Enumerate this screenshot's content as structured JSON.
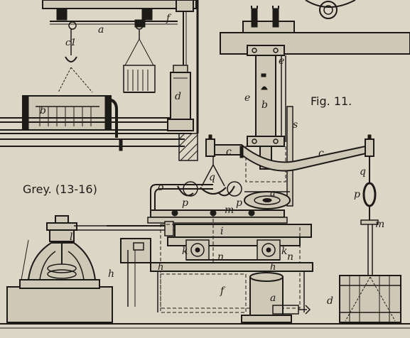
{
  "figure": {
    "fig_caption": "Fig. 11.",
    "grey_caption": "Grey. (13-16)"
  },
  "labels": {
    "a_top": "a",
    "c1": "c1",
    "f_top": "f",
    "d_left": "d",
    "b_left": "b",
    "e_mid": "e",
    "e_right": "e",
    "b_mid": "b",
    "s": "s",
    "c_left": "c",
    "c_right": "c",
    "q_center": "q",
    "q_right": "q",
    "o": "o",
    "p_left": "p",
    "p_mid": "p",
    "a_wheel": "a",
    "p_right": "p",
    "m_center": "m",
    "m_right": "m",
    "l": "l",
    "i": "i",
    "k_left": "k",
    "n_left": "n",
    "k_right": "k",
    "n_right": "n",
    "h_left": "h",
    "h_frame": "h",
    "h_beam": "h",
    "f_base": "f",
    "a_base": "a",
    "d_right": "d"
  }
}
